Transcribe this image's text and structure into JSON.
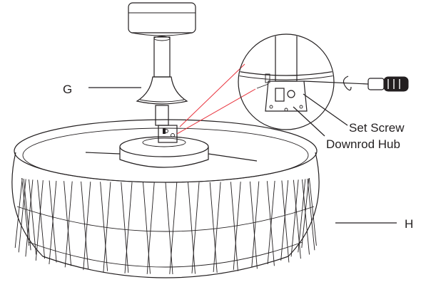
{
  "labels": {
    "g": "G",
    "h": "H",
    "set_screw": "Set Screw",
    "downrod_hub": "Downrod Hub"
  },
  "colors": {
    "line": "#231f20",
    "callout": "#e8323c",
    "fill": "#ffffff",
    "weave": "#f2f2f2"
  }
}
